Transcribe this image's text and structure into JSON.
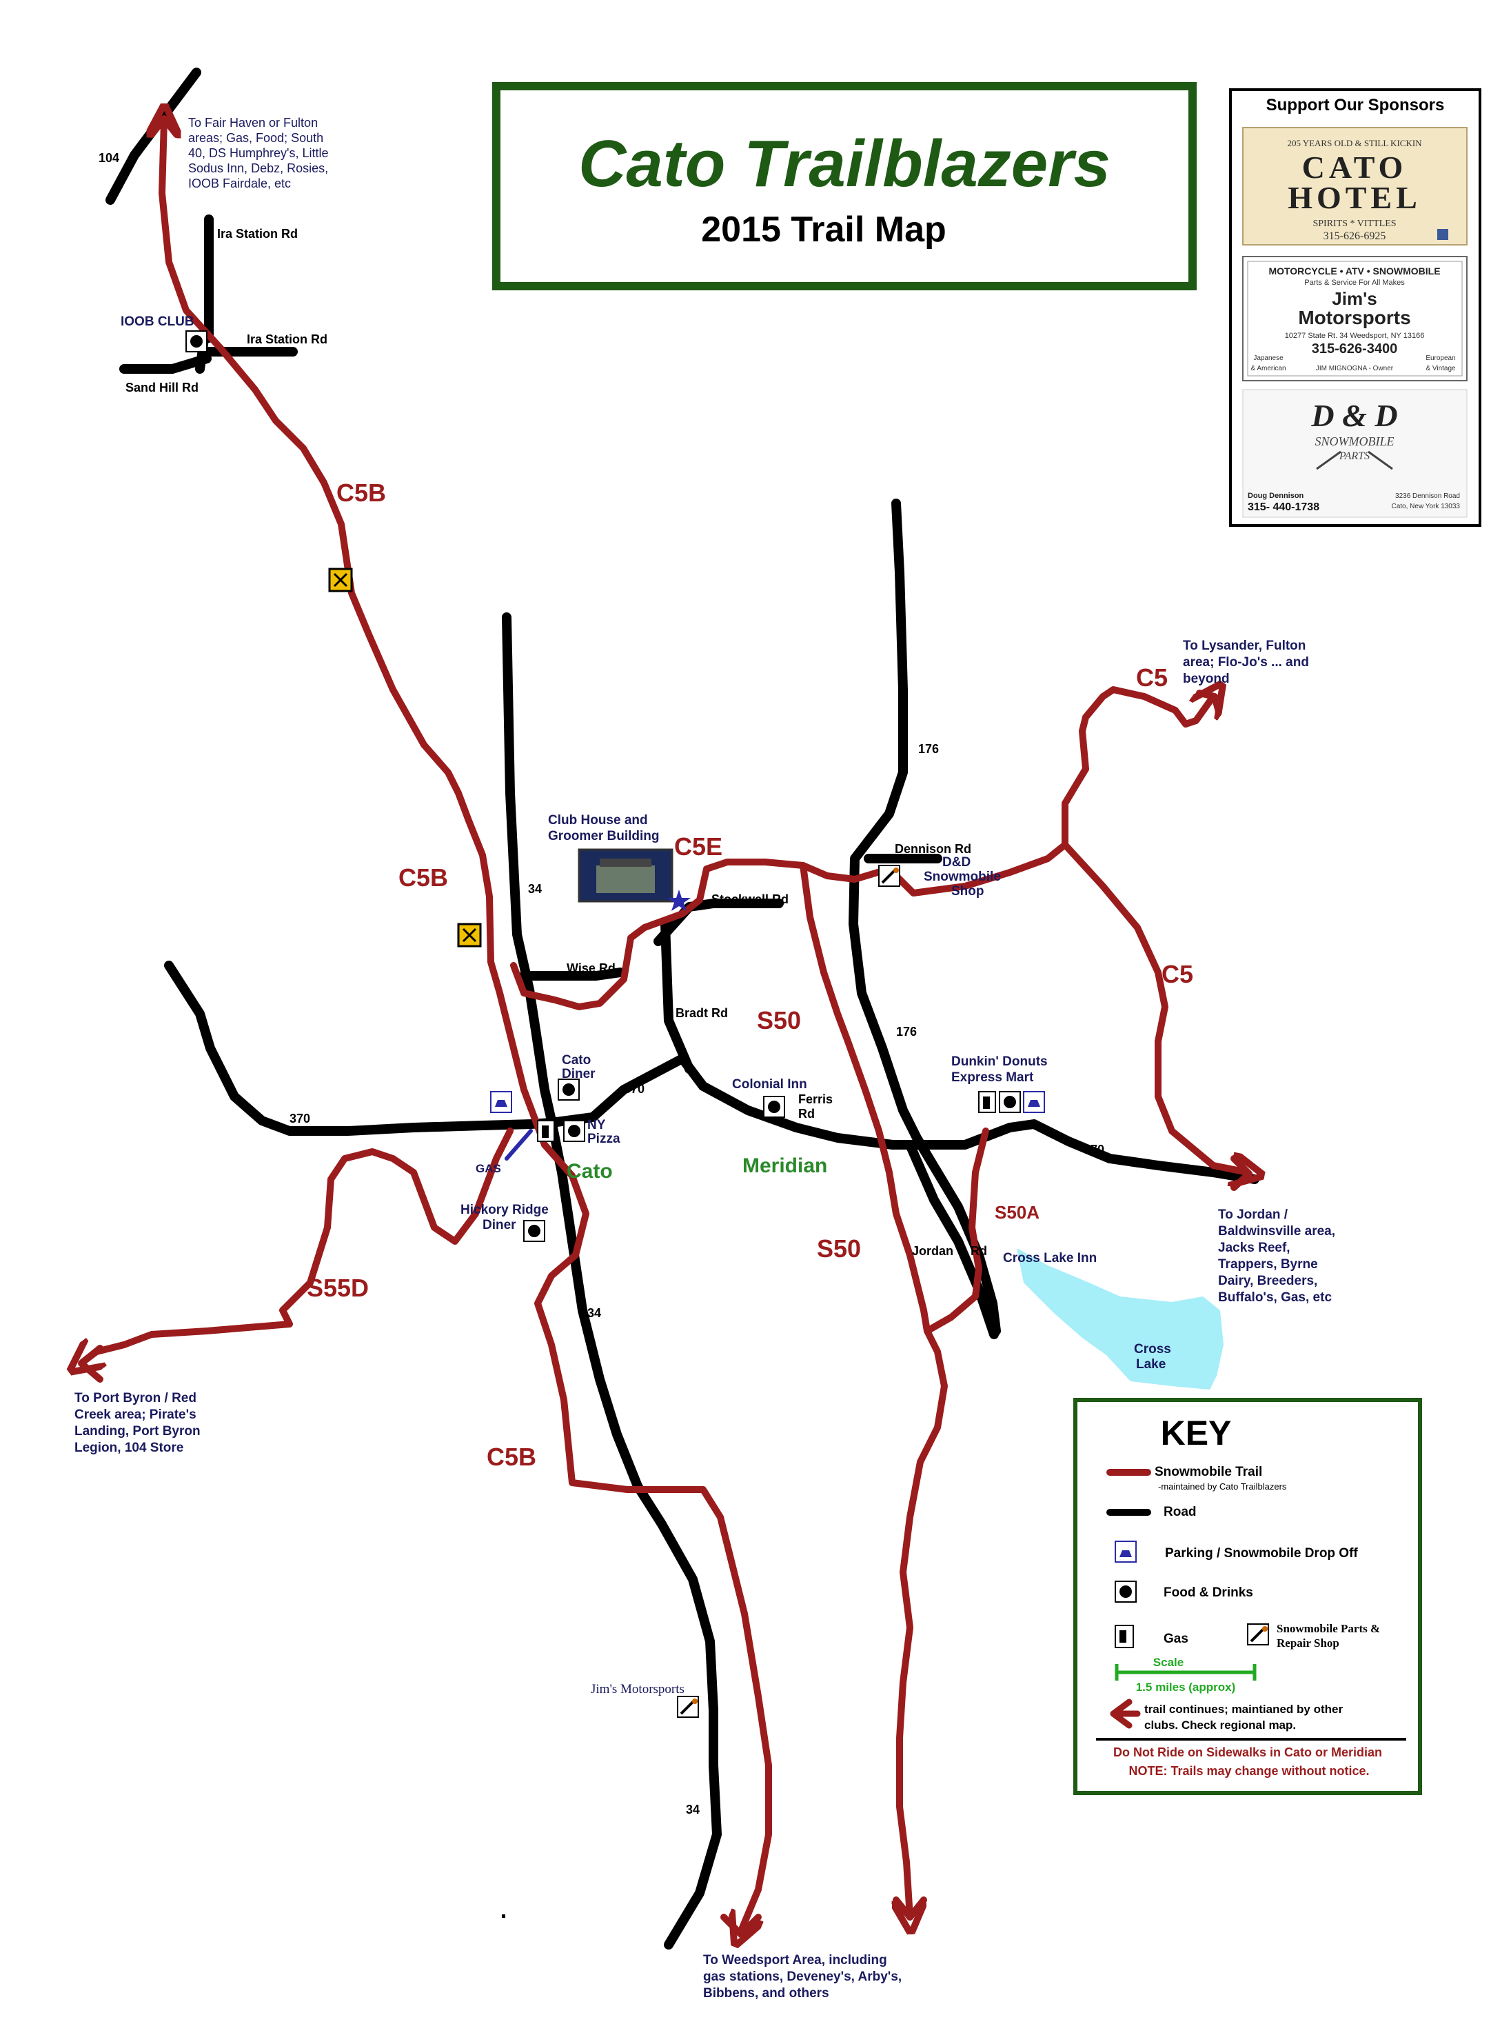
{
  "header": {
    "title": "Cato Trailblazers",
    "subtitle": "2015 Trail Map"
  },
  "sponsors": {
    "heading": "Support Our Sponsors",
    "cato_hotel": {
      "top_line": "205 YEARS OLD & STILL KICKIN",
      "line1": "CATO",
      "line2": "HOTEL",
      "tagline": "SPIRITS * VITTLES",
      "phone": "315-626-6925"
    },
    "jims": {
      "top_line": "MOTORCYCLE • ATV • SNOWMOBILE",
      "sub_line": "Parts & Service For All Makes",
      "name1": "Jim's",
      "name2": "Motorsports",
      "address": "10277 State Rt. 34 Weedsport, NY 13166",
      "phone": "315-626-3400",
      "left1": "Japanese",
      "left2": "& American",
      "owner": "JIM MIGNOGNA - Owner",
      "right1": "European",
      "right2": "& Vintage"
    },
    "dd": {
      "name": "D & D",
      "line1": "SNOWMOBILE",
      "line2": "PARTS",
      "person": "Doug Dennison",
      "phone": "315- 440-1738",
      "address1": "3236 Dennison Road",
      "address2": "Cato, New York 13033"
    }
  },
  "trails": {
    "c5b_1": "C5B",
    "c5b_2": "C5B",
    "c5b_3": "C5B",
    "c5e": "C5E",
    "c5_1": "C5",
    "c5_2": "C5",
    "s50_1": "S50",
    "s50_2": "S50",
    "s50a": "S50A",
    "s55d": "S55D"
  },
  "roads": {
    "r104": "104",
    "ira1": "Ira Station Rd",
    "ira2": "Ira Station Rd",
    "sand_hill": "Sand Hill Rd",
    "r34_1": "34",
    "r34_2": "34",
    "r34_3": "34",
    "r176_1": "176",
    "r176_2": "176",
    "r370_1": "370",
    "r370_2": "370",
    "r370_3": "370",
    "dennison": "Dennison Rd",
    "stockwell": "Stockwell Rd",
    "wise": "Wise Rd",
    "bradt": "Bradt Rd",
    "ferris1": "Ferris",
    "ferris2": "Rd",
    "jordan": "Jordan",
    "jordan_rd": "Rd"
  },
  "places": {
    "ioob": "IOOB CLUB",
    "clubhouse1": "Club House and",
    "clubhouse2": "Groomer Building",
    "cato_diner1": "Cato",
    "cato_diner2": "Diner",
    "ny_pizza1": "NY",
    "ny_pizza2": "Pizza",
    "gas": "GAS",
    "cato": "Cato",
    "meridian": "Meridian",
    "hickory1": "Hickory Ridge",
    "hickory2": "Diner",
    "colonial": "Colonial Inn",
    "dd_shop1": "D&D",
    "dd_shop2": "Snowmobile",
    "dd_shop3": "Shop",
    "dunkin1": "Dunkin' Donuts",
    "dunkin2": "Express Mart",
    "cross_lake_inn": "Cross Lake Inn",
    "cross_lake1": "Cross",
    "cross_lake2": "Lake",
    "jims_motorsports": "Jim's Motorsports"
  },
  "notes": {
    "north": [
      "To Fair Haven or Fulton",
      "areas; Gas, Food; South",
      "40, DS Humphrey's, Little",
      "Sodus Inn, Debz, Rosies,",
      "IOOB Fairdale, etc"
    ],
    "lysander": [
      "To Lysander, Fulton",
      "area; Flo-Jo's ... and",
      "beyond"
    ],
    "jordan": [
      "To Jordan /",
      "Baldwinsville area,",
      "Jacks Reef,",
      "Trappers, Byrne",
      "Dairy, Breeders,",
      "Buffalo's, Gas, etc"
    ],
    "port_byron": [
      "To Port Byron / Red",
      "Creek area; Pirate's",
      "Landing, Port Byron",
      "Legion, 104 Store"
    ],
    "weedsport": [
      "To Weedsport Area, including",
      "gas stations, Deveney's, Arby's,",
      "Bibbens, and others"
    ]
  },
  "key": {
    "title": "KEY",
    "trail": "Snowmobile Trail",
    "trail_sub": "-maintained by Cato Trailblazers",
    "road": "Road",
    "parking": "Parking / Snowmobile Drop Off",
    "food": "Food & Drinks",
    "gas": "Gas",
    "parts1": "Snowmobile Parts &",
    "parts2": "Repair Shop",
    "scale_label": "Scale",
    "scale_value": "1.5 miles (approx)",
    "continues1": "trail continues; maintianed by other",
    "continues2": "clubs. Check regional map.",
    "warning1": "Do Not Ride on Sidewalks in Cato or Meridian",
    "warning2": "NOTE: Trails may change without notice."
  },
  "colors": {
    "trail": "#9b1c1c",
    "road": "#000000",
    "title_green": "#1e5a14",
    "frame_green": "#1e5a14",
    "lake": "#a6eef8",
    "label_navy": "#1a1a5e",
    "town_green": "#2a8a2a",
    "scale_green": "#22aa22"
  }
}
